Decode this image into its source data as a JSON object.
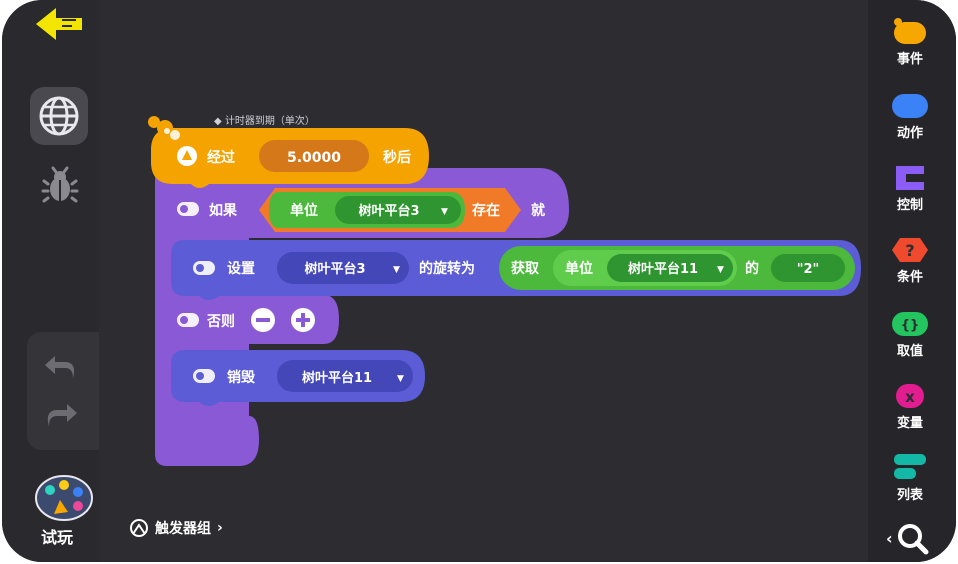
{
  "left_sidebar": {
    "try_label": "试玩"
  },
  "categories": [
    {
      "label": "事件",
      "color": "#f7a800",
      "icon": "event-icon"
    },
    {
      "label": "动作",
      "color": "#3b82f6",
      "icon": "action-icon"
    },
    {
      "label": "控制",
      "color": "#8b5cf6",
      "icon": "control-icon"
    },
    {
      "label": "条件",
      "color": "#ef4a2d",
      "icon": "condition-icon"
    },
    {
      "label": "取值",
      "color": "#22c55e",
      "icon": "value-icon"
    },
    {
      "label": "变量",
      "color": "#e11d8f",
      "icon": "variable-icon"
    },
    {
      "label": "列表",
      "color": "#14b8a6",
      "icon": "list-icon"
    }
  ],
  "blocks": {
    "event": {
      "comment": "◆ 计时器到期（单次）",
      "after_label": "经过",
      "seconds_value": "5.0000",
      "seconds_label": "秒后"
    },
    "if_block": {
      "if_label": "如果",
      "unit_label": "单位",
      "unit_value": "树叶平台3",
      "exists_label": "存在",
      "then_label": "就"
    },
    "set_block": {
      "set_label": "设置",
      "target_value": "树叶平台3",
      "rotation_label": "的旋转为",
      "get_label": "获取",
      "unit_label": "单位",
      "unit_value": "树叶平台11",
      "of_label": "的",
      "prop_value": "\"2\""
    },
    "else_block": {
      "else_label": "否则"
    },
    "destroy_block": {
      "destroy_label": "销毁",
      "target_value": "树叶平台11"
    }
  },
  "trigger_group_label": "触发器组",
  "colors": {
    "event": "#f5a300",
    "event_input": "#d4781a",
    "control": "#8a5ad6",
    "action": "#5b5cd6",
    "action_input": "#4347b8",
    "condition": "#f07a28",
    "value": "#4cb83c",
    "value_input": "#2f9530"
  }
}
